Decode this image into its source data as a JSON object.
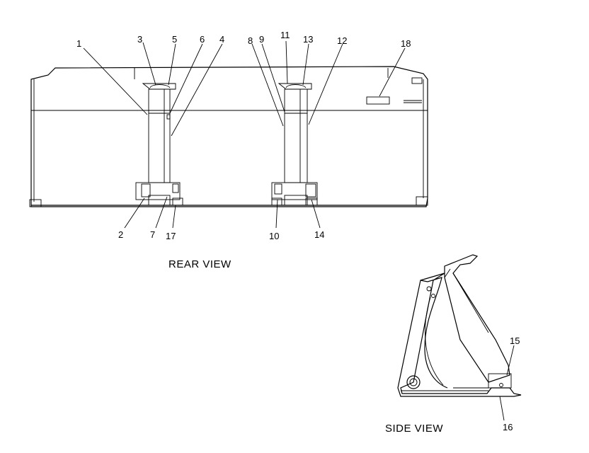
{
  "rear_view": {
    "caption": "REAR VIEW",
    "callouts": [
      "1",
      "2",
      "3",
      "4",
      "5",
      "6",
      "7",
      "8",
      "9",
      "10",
      "11",
      "12",
      "13",
      "14",
      "17",
      "18"
    ]
  },
  "side_view": {
    "caption": "SIDE VIEW",
    "callouts": [
      "15",
      "16"
    ]
  }
}
